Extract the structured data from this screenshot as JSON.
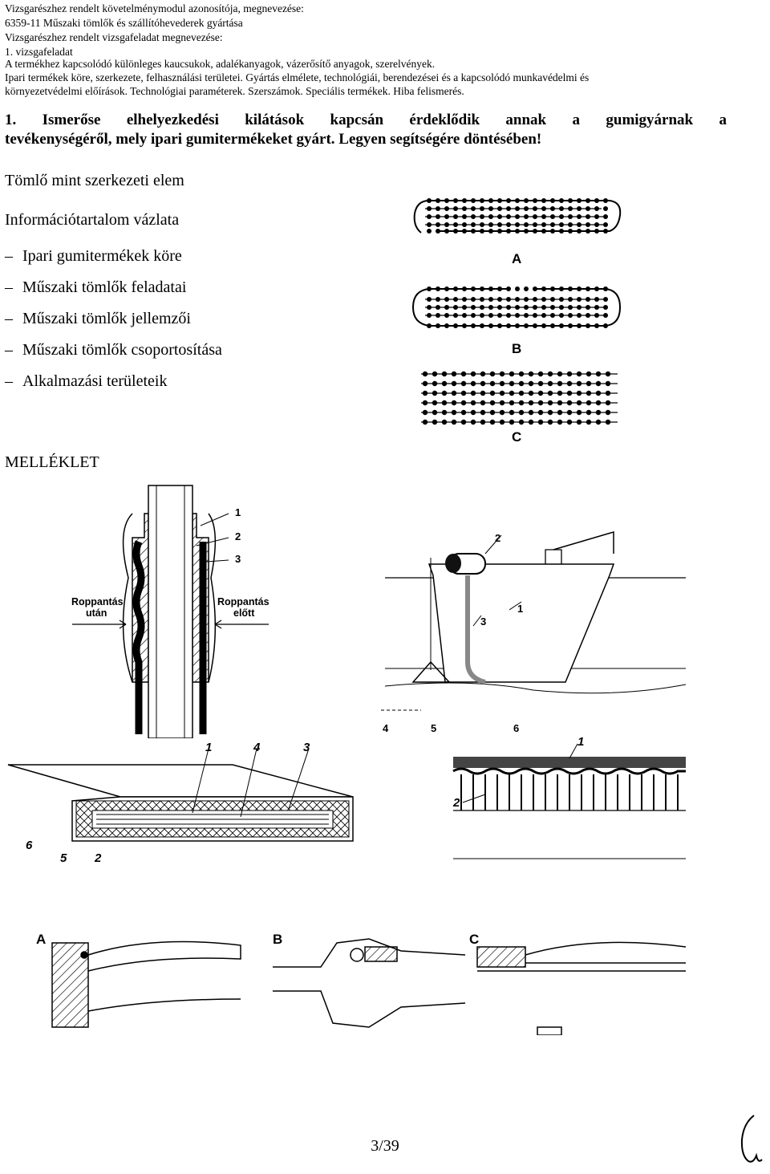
{
  "header": {
    "lines": [
      "Vizsgarészhez rendelt követelménymodul azonosítója, megnevezése:",
      "6359-11  Műszaki tömlők és szállítóhevederek gyártása",
      "Vizsgarészhez rendelt vizsgafeladat megnevezése:",
      "1. vizsgafeladat",
      "A termékhez kapcsolódó különleges kaucsukok, adalékanyagok, vázerősítő anyagok, szerelvények.",
      "Ipari termékek köre, szerkezete, felhasználási területei. Gyártás elmélete, technológiái, berendezései és a kapcsolódó munkavédelmi és",
      "környezetvédelmi előírások. Technológiai paraméterek. Szerszámok. Speciális termékek. Hiba felismerés."
    ]
  },
  "task": {
    "line1": "1.  Ismerőse  elhelyezkedési  kilátások  kapcsán  érdeklődik  annak  a  gumigyárnak  a",
    "line2": "tevékenységéről, mely ipari gumitermékeket gyárt. Legyen segítségére döntésében!"
  },
  "section_title": "Tömlő mint szerkezeti elem",
  "outline_title": "Információtartalom vázlata",
  "outline_items": [
    "Ipari gumitermékek köre",
    "Műszaki tömlők feladatai",
    "Műszaki tömlők jellemzői",
    "Műszaki tömlők csoportosítása",
    "Alkalmazási területeik"
  ],
  "outline_dash": "–",
  "appendix_label": "MELLÉKLET",
  "figures": {
    "weave": {
      "labels": [
        "A",
        "B",
        "C"
      ]
    },
    "coupling": {
      "callouts": [
        "1",
        "2",
        "3"
      ],
      "after_label": [
        "Roppantás",
        "után"
      ],
      "before_label": [
        "Roppantás",
        "előtt"
      ]
    },
    "ship": {
      "callouts": [
        "2",
        "1",
        "3",
        "4",
        "5",
        "6"
      ]
    },
    "belt": {
      "callouts": [
        "1",
        "4",
        "3",
        "6",
        "5",
        "2"
      ]
    },
    "hose_section": {
      "callouts": [
        "1",
        "2"
      ]
    },
    "fittings": {
      "labels": [
        "A",
        "B",
        "C"
      ]
    }
  },
  "page_number": "3/39"
}
